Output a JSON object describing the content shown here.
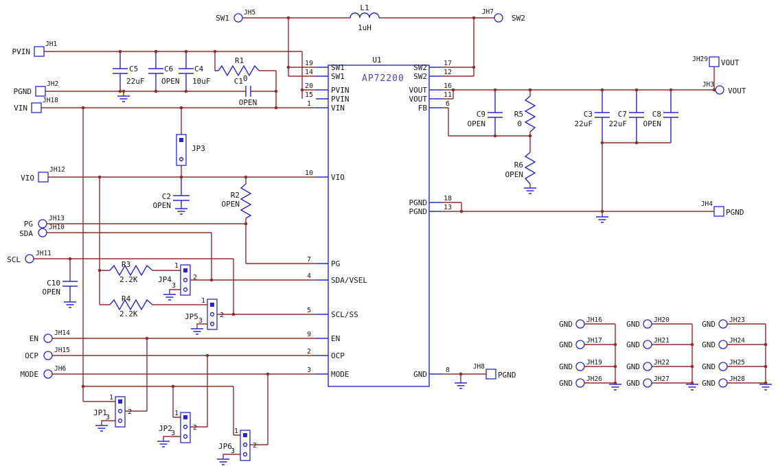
{
  "colors": {
    "wire": "#8f2d2d",
    "symbol": "#2626cc",
    "text": "#151515",
    "part_text": "#4545cc"
  },
  "ic": {
    "refdes": "U1",
    "part": "AP72200",
    "left_pins": [
      {
        "num": "19",
        "name": "SW1"
      },
      {
        "num": "14",
        "name": "SW1"
      },
      {
        "num": "20",
        "name": "PVIN"
      },
      {
        "num": "15",
        "name": "PVIN"
      },
      {
        "num": "1",
        "name": "VIN"
      },
      {
        "num": "10",
        "name": "VIO"
      },
      {
        "num": "7",
        "name": "PG"
      },
      {
        "num": "4",
        "name": "SDA/VSEL"
      },
      {
        "num": "5",
        "name": "SCL/SS"
      },
      {
        "num": "9",
        "name": "EN"
      },
      {
        "num": "2",
        "name": "OCP"
      },
      {
        "num": "3",
        "name": "MODE"
      }
    ],
    "right_pins": [
      {
        "num": "17",
        "name": "SW2"
      },
      {
        "num": "12",
        "name": "SW2"
      },
      {
        "num": "16",
        "name": "VOUT"
      },
      {
        "num": "11",
        "name": "VOUT"
      },
      {
        "num": "6",
        "name": "FB"
      },
      {
        "num": "18",
        "name": "PGND"
      },
      {
        "num": "13",
        "name": "PGND"
      },
      {
        "num": "8",
        "name": "GND"
      }
    ]
  },
  "terminals": {
    "jh1": {
      "net": "PVIN",
      "ref": "JH1"
    },
    "jh2": {
      "net": "PGND",
      "ref": "JH2"
    },
    "jh18": {
      "net": "VIN",
      "ref": "JH18"
    },
    "jh5": {
      "net": "SW1",
      "ref": "JH5"
    },
    "jh7": {
      "net": "SW2",
      "ref": "JH7"
    },
    "jh29": {
      "net": "VOUT",
      "ref": "JH29"
    },
    "jh3": {
      "net": "VOUT",
      "ref": "JH3"
    },
    "jh4": {
      "net": "PGND",
      "ref": "JH4"
    },
    "jh8": {
      "net": "PGND",
      "ref": "JH8"
    },
    "jh12": {
      "net": "VIO",
      "ref": "JH12"
    },
    "jh13": {
      "net": "PG",
      "ref": "JH13"
    },
    "jh10": {
      "net": "SDA",
      "ref": "JH10"
    },
    "jh11": {
      "net": "SCL",
      "ref": "JH11"
    },
    "jh14": {
      "net": "EN",
      "ref": "JH14"
    },
    "jh15": {
      "net": "OCP",
      "ref": "JH15"
    },
    "jh6": {
      "net": "MODE",
      "ref": "JH6"
    }
  },
  "components": {
    "l1": {
      "ref": "L1",
      "value": "1uH"
    },
    "c5": {
      "ref": "C5",
      "value": "22uF"
    },
    "c6": {
      "ref": "C6",
      "value": "OPEN"
    },
    "c4": {
      "ref": "C4",
      "value": "10uF"
    },
    "r1": {
      "ref": "R1",
      "value": "0"
    },
    "c1": {
      "ref": "C1",
      "value": "OPEN"
    },
    "c2": {
      "ref": "C2",
      "value": "OPEN"
    },
    "r2": {
      "ref": "R2",
      "value": "OPEN"
    },
    "c10": {
      "ref": "C10",
      "value": "OPEN"
    },
    "r3": {
      "ref": "R3",
      "value": "2.2K"
    },
    "r4": {
      "ref": "R4",
      "value": "2.2K"
    },
    "c9": {
      "ref": "C9",
      "value": "OPEN"
    },
    "r5": {
      "ref": "R5",
      "value": "0"
    },
    "r6": {
      "ref": "R6",
      "value": "OPEN"
    },
    "c3": {
      "ref": "C3",
      "value": "22uF"
    },
    "c7": {
      "ref": "C7",
      "value": "22uF"
    },
    "c8": {
      "ref": "C8",
      "value": "OPEN"
    }
  },
  "jumpers": {
    "jp1": "JP1",
    "jp2": "JP2",
    "jp3": "JP3",
    "jp4": "JP4",
    "jp5": "JP5",
    "jp6": "JP6",
    "pin1": "1",
    "pin2": "2",
    "pin3": "3"
  },
  "gnd_grid": {
    "label": "GND",
    "columns": [
      {
        "refs": [
          "JH16",
          "JH17",
          "JH19",
          "JH26"
        ]
      },
      {
        "refs": [
          "JH20",
          "JH21",
          "JH22",
          "JH27"
        ]
      },
      {
        "refs": [
          "JH23",
          "JH24",
          "JH25",
          "JH28"
        ]
      }
    ]
  }
}
